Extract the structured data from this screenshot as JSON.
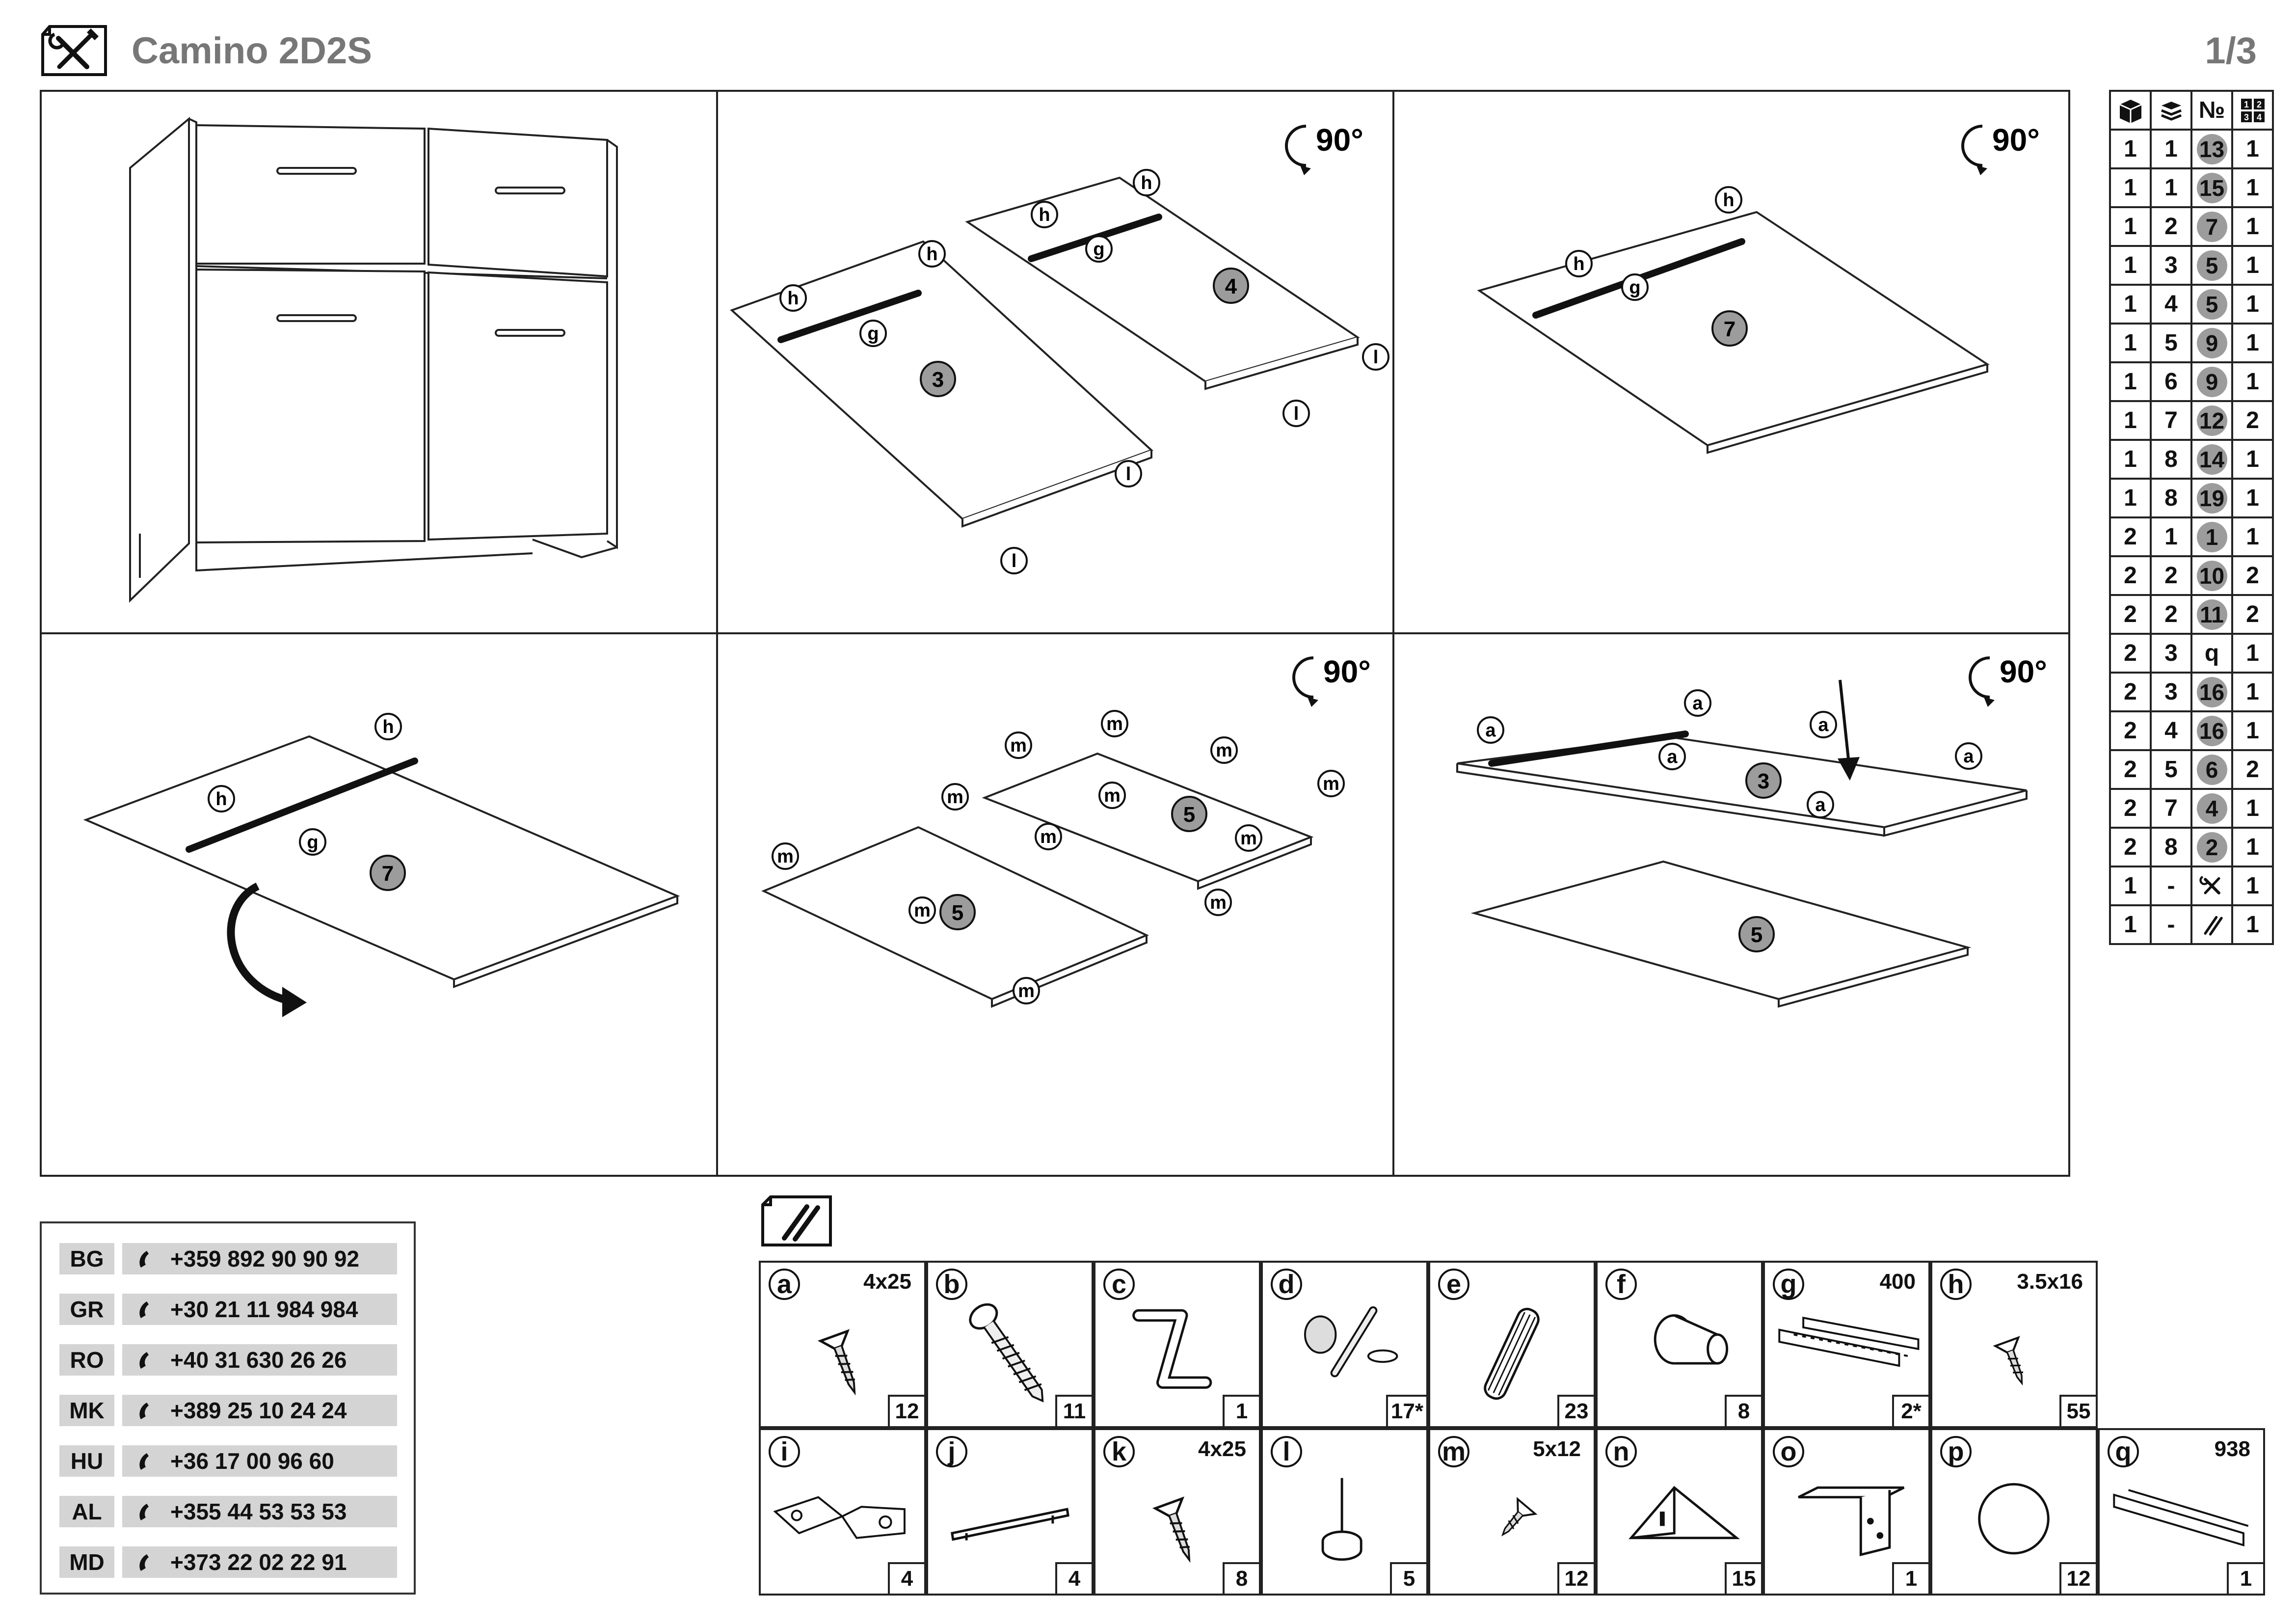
{
  "header": {
    "title": "Camino 2D2S",
    "page": "1/3"
  },
  "steps": {
    "rotate_label": "90°",
    "s2": {
      "panel_a": "3",
      "panel_b": "4",
      "h": "h",
      "g": "g",
      "l": "l"
    },
    "s3": {
      "panel": "7",
      "h": "h",
      "g": "g"
    },
    "s4": {
      "panel": "7",
      "h": "h",
      "g": "g"
    },
    "s5": {
      "panel_a": "5",
      "panel_b": "5",
      "m": "m"
    },
    "s6": {
      "panel_top": "3",
      "panel_bottom": "5",
      "a": "a"
    }
  },
  "parts_table": {
    "header_icons": [
      "package-icon",
      "stack-icon",
      "number-sign",
      "grid-icon"
    ],
    "number_sign": "№",
    "rows": [
      [
        "1",
        "1",
        "13",
        "1"
      ],
      [
        "1",
        "1",
        "15",
        "1"
      ],
      [
        "1",
        "2",
        "7",
        "1"
      ],
      [
        "1",
        "3",
        "5",
        "1"
      ],
      [
        "1",
        "4",
        "5",
        "1"
      ],
      [
        "1",
        "5",
        "9",
        "1"
      ],
      [
        "1",
        "6",
        "9",
        "1"
      ],
      [
        "1",
        "7",
        "12",
        "2"
      ],
      [
        "1",
        "8",
        "14",
        "1"
      ],
      [
        "1",
        "8",
        "19",
        "1"
      ],
      [
        "2",
        "1",
        "1",
        "1"
      ],
      [
        "2",
        "2",
        "10",
        "2"
      ],
      [
        "2",
        "2",
        "11",
        "2"
      ],
      [
        "2",
        "3",
        "q",
        "1"
      ],
      [
        "2",
        "3",
        "16",
        "1"
      ],
      [
        "2",
        "4",
        "16",
        "1"
      ],
      [
        "2",
        "5",
        "6",
        "2"
      ],
      [
        "2",
        "7",
        "4",
        "1"
      ],
      [
        "2",
        "8",
        "2",
        "1"
      ],
      [
        "1",
        "-",
        "tools-icon",
        "1"
      ],
      [
        "1",
        "-",
        "hardware-icon",
        "1"
      ]
    ]
  },
  "contacts": [
    {
      "code": "BG",
      "phone": "+359 892 90 90 92"
    },
    {
      "code": "GR",
      "phone": "+30 21 11 984 984"
    },
    {
      "code": "RO",
      "phone": "+40 31 630 26 26"
    },
    {
      "code": "MK",
      "phone": "+389 25 10 24 24"
    },
    {
      "code": "HU",
      "phone": "+36 17 00 96 60"
    },
    {
      "code": "AL",
      "phone": "+355 44 53 53 53"
    },
    {
      "code": "MD",
      "phone": "+373 22 02 22 91"
    }
  ],
  "hardware": [
    {
      "letter": "a",
      "size": "4x25",
      "qty": "12",
      "icon": "screw-icon"
    },
    {
      "letter": "b",
      "size": "",
      "qty": "11",
      "icon": "confirmat-screw-icon"
    },
    {
      "letter": "c",
      "size": "",
      "qty": "1",
      "icon": "hex-key-icon"
    },
    {
      "letter": "d",
      "size": "",
      "qty": "17*",
      "icon": "cam-lock-icon"
    },
    {
      "letter": "e",
      "size": "",
      "qty": "23",
      "icon": "wood-dowel-icon"
    },
    {
      "letter": "f",
      "size": "",
      "qty": "8",
      "icon": "shelf-pin-icon"
    },
    {
      "letter": "g",
      "size": "400",
      "qty": "2*",
      "icon": "drawer-slide-icon"
    },
    {
      "letter": "h",
      "size": "3.5x16",
      "qty": "55",
      "icon": "small-screw-icon"
    },
    {
      "letter": "i",
      "size": "",
      "qty": "4",
      "icon": "hinge-icon"
    },
    {
      "letter": "j",
      "size": "",
      "qty": "4",
      "icon": "handle-icon"
    },
    {
      "letter": "k",
      "size": "4x25",
      "qty": "8",
      "icon": "screw-icon"
    },
    {
      "letter": "l",
      "size": "",
      "qty": "5",
      "icon": "nail-glide-icon"
    },
    {
      "letter": "m",
      "size": "5x12",
      "qty": "12",
      "icon": "short-screw-icon"
    },
    {
      "letter": "n",
      "size": "",
      "qty": "15",
      "icon": "corner-bracket-icon"
    },
    {
      "letter": "o",
      "size": "",
      "qty": "1",
      "icon": "l-bracket-icon"
    },
    {
      "letter": "p",
      "size": "",
      "qty": "12",
      "icon": "cap-icon"
    },
    {
      "letter": "q",
      "size": "938",
      "qty": "1",
      "icon": "profile-strip-icon"
    }
  ]
}
